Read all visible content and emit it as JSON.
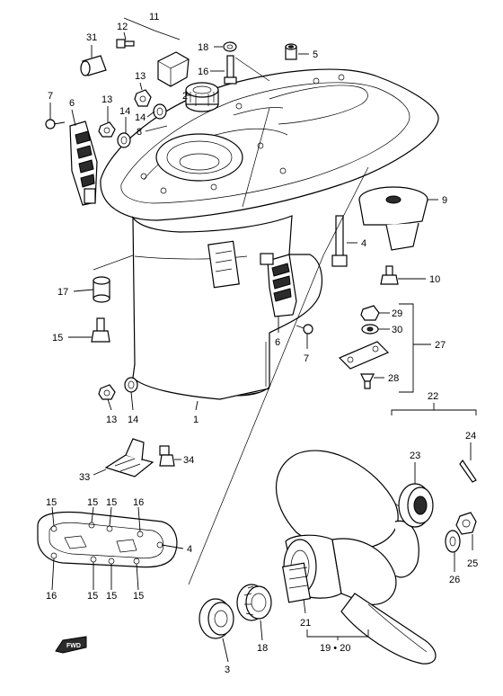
{
  "diagram": {
    "callouts": [
      {
        "id": "c11",
        "label": "11"
      },
      {
        "id": "c12",
        "label": "12"
      },
      {
        "id": "c31",
        "label": "31"
      },
      {
        "id": "c18",
        "label": "18"
      },
      {
        "id": "c5",
        "label": "5"
      },
      {
        "id": "c16a",
        "label": "16"
      },
      {
        "id": "c13a",
        "label": "13"
      },
      {
        "id": "c2",
        "label": "2"
      },
      {
        "id": "c7a",
        "label": "7"
      },
      {
        "id": "c6a",
        "label": "6"
      },
      {
        "id": "c13b",
        "label": "13"
      },
      {
        "id": "c14a",
        "label": "14"
      },
      {
        "id": "c14b",
        "label": "14"
      },
      {
        "id": "c8",
        "label": "8"
      },
      {
        "id": "c9",
        "label": "9"
      },
      {
        "id": "c4a",
        "label": "4"
      },
      {
        "id": "c10",
        "label": "10"
      },
      {
        "id": "c17",
        "label": "17"
      },
      {
        "id": "c29",
        "label": "29"
      },
      {
        "id": "c30",
        "label": "30"
      },
      {
        "id": "c27",
        "label": "27"
      },
      {
        "id": "c15a",
        "label": "15"
      },
      {
        "id": "c6b",
        "label": "6"
      },
      {
        "id": "c7b",
        "label": "7"
      },
      {
        "id": "c28",
        "label": "28"
      },
      {
        "id": "c13c",
        "label": "13"
      },
      {
        "id": "c14c",
        "label": "14"
      },
      {
        "id": "c1",
        "label": "1"
      },
      {
        "id": "c22",
        "label": "22"
      },
      {
        "id": "c24",
        "label": "24"
      },
      {
        "id": "c33",
        "label": "33"
      },
      {
        "id": "c34",
        "label": "34"
      },
      {
        "id": "c23",
        "label": "23"
      },
      {
        "id": "c15b",
        "label": "15"
      },
      {
        "id": "c15c",
        "label": "15"
      },
      {
        "id": "c15d",
        "label": "15"
      },
      {
        "id": "c16b",
        "label": "16"
      },
      {
        "id": "c4b",
        "label": "4"
      },
      {
        "id": "c16c",
        "label": "16"
      },
      {
        "id": "c15e",
        "label": "15"
      },
      {
        "id": "c15f",
        "label": "15"
      },
      {
        "id": "c15g",
        "label": "15"
      },
      {
        "id": "c25",
        "label": "25"
      },
      {
        "id": "c26",
        "label": "26"
      },
      {
        "id": "c21",
        "label": "21"
      },
      {
        "id": "c18b",
        "label": "18"
      },
      {
        "id": "c3",
        "label": "3"
      },
      {
        "id": "c1920",
        "label": "19 • 20"
      }
    ],
    "fwd_badge": "FWD"
  }
}
